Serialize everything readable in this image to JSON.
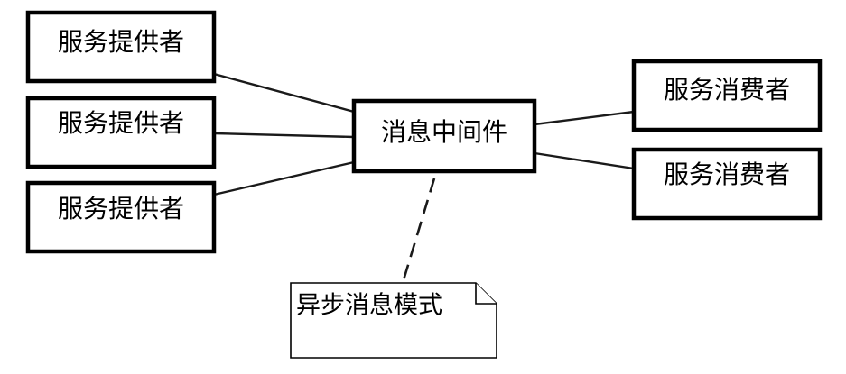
{
  "diagram": {
    "providers": [
      {
        "label": "服务提供者"
      },
      {
        "label": "服务提供者"
      },
      {
        "label": "服务提供者"
      }
    ],
    "middleware": {
      "label": "消息中间件"
    },
    "consumers": [
      {
        "label": "服务消费者"
      },
      {
        "label": "服务消费者"
      }
    ],
    "note": {
      "label": "异步消息模式"
    }
  }
}
